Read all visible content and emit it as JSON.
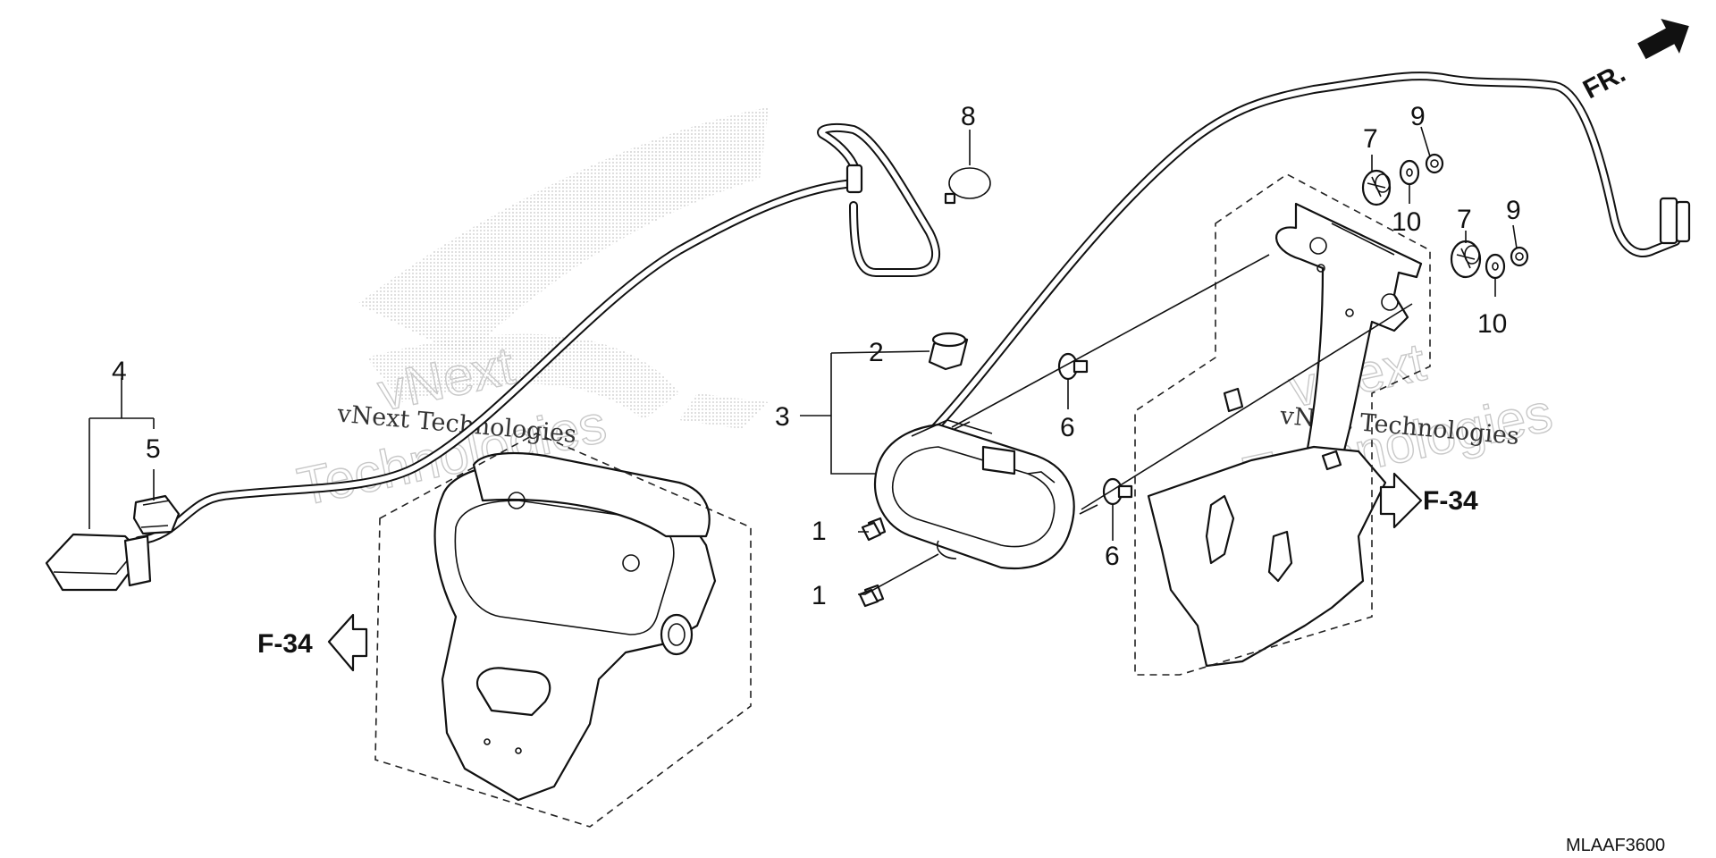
{
  "callouts": {
    "c1a": "1",
    "c1b": "1",
    "c2": "2",
    "c3": "3",
    "c4": "4",
    "c5": "5",
    "c6a": "6",
    "c6b": "6",
    "c7a": "7",
    "c7b": "7",
    "c8": "8",
    "c9a": "9",
    "c9b": "9",
    "c10a": "10",
    "c10b": "10"
  },
  "references": {
    "left": "F-34",
    "right": "F-34"
  },
  "direction": "FR.",
  "diagram_code": "MLAAF3600",
  "watermark": {
    "line1": "vNext",
    "line2": "Technologies",
    "small": "vNext Technologies"
  }
}
